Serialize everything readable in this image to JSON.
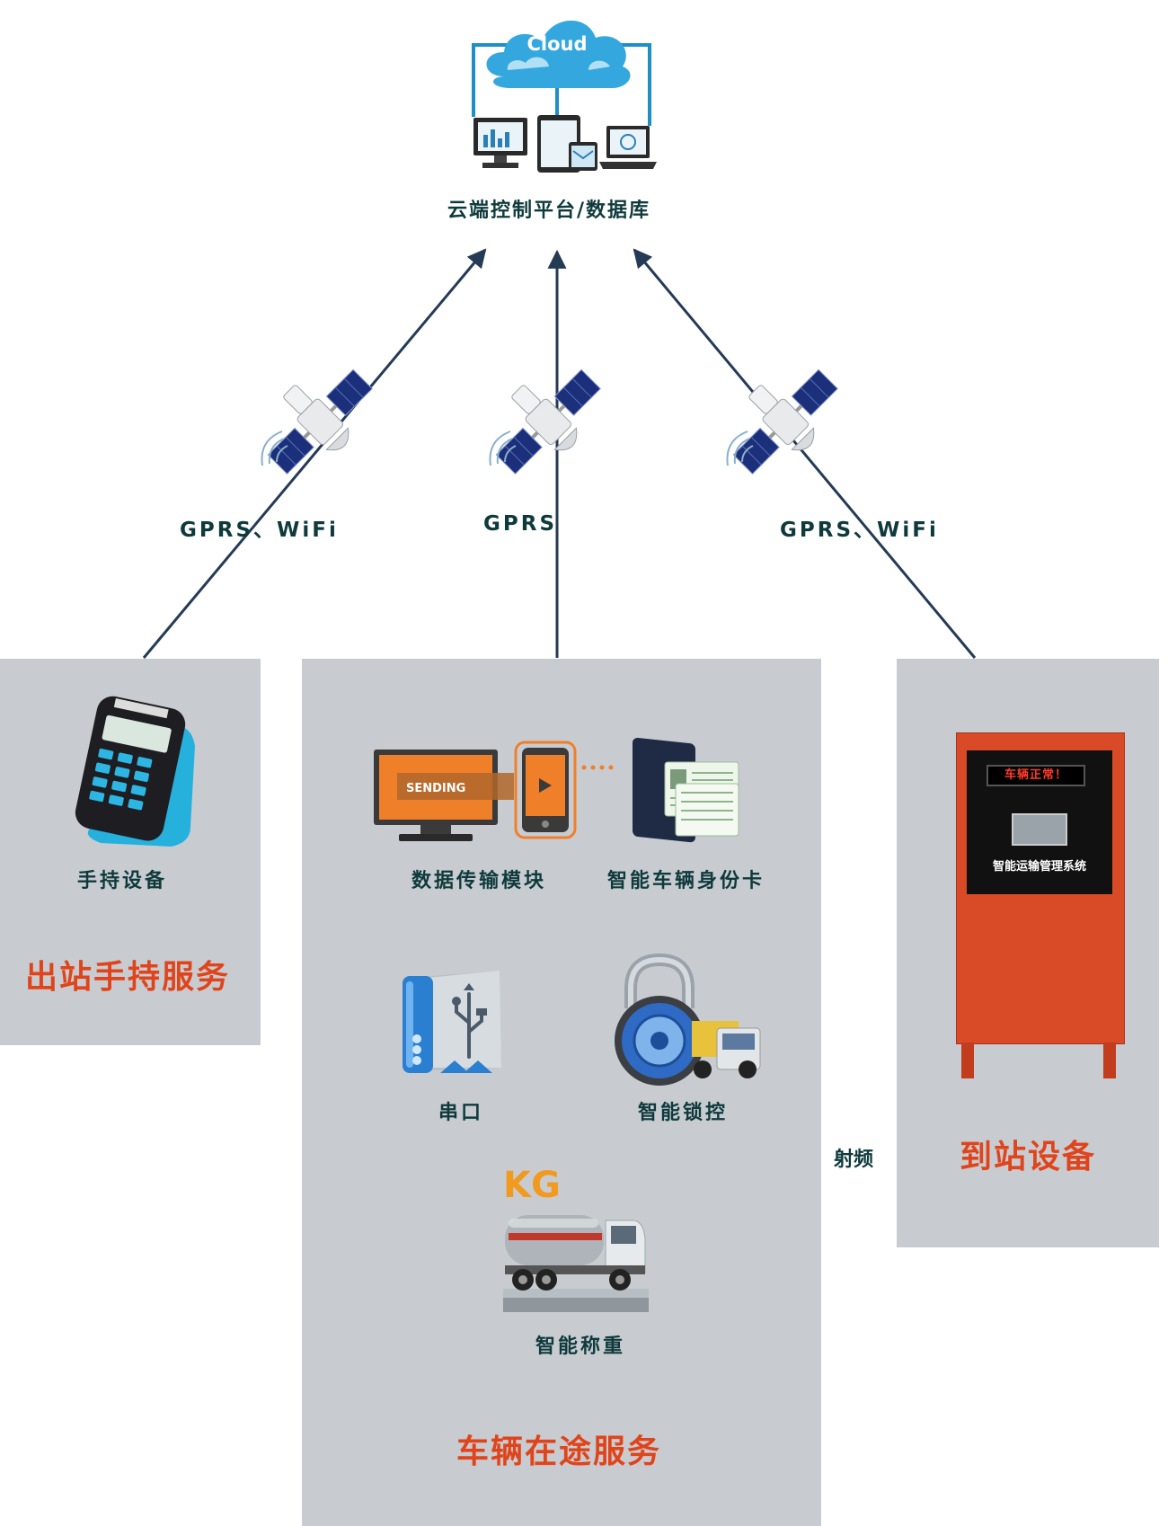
{
  "cloud": {
    "label": "Cloud",
    "platform_label": "云端控制平台/数据库"
  },
  "links": {
    "left": "GPRS、WiFi",
    "middle": "GPRS",
    "right": "GPRS、WiFi"
  },
  "left_panel": {
    "device_label": "手持设备",
    "title": "出站手持服务"
  },
  "middle_panel": {
    "data_module_label": "数据传输模块",
    "sending_text": "SENDING",
    "id_card_label": "智能车辆身份卡",
    "serial_label": "串口",
    "lock_label": "智能锁控",
    "kg_text": "KG",
    "weigh_label": "智能称重",
    "title": "车辆在途服务"
  },
  "rf_label": "射频",
  "right_panel": {
    "display_text": "车辆正常！",
    "machine_label": "智能运输管理系统",
    "title": "到站设备"
  },
  "colors": {
    "panel": "#c8ccd1",
    "title_red": "#e0441b",
    "label_dark": "#0f3a3c",
    "arrow": "#243a55",
    "kg_orange": "#f29a1f",
    "sending_orange": "#f07f2a"
  }
}
